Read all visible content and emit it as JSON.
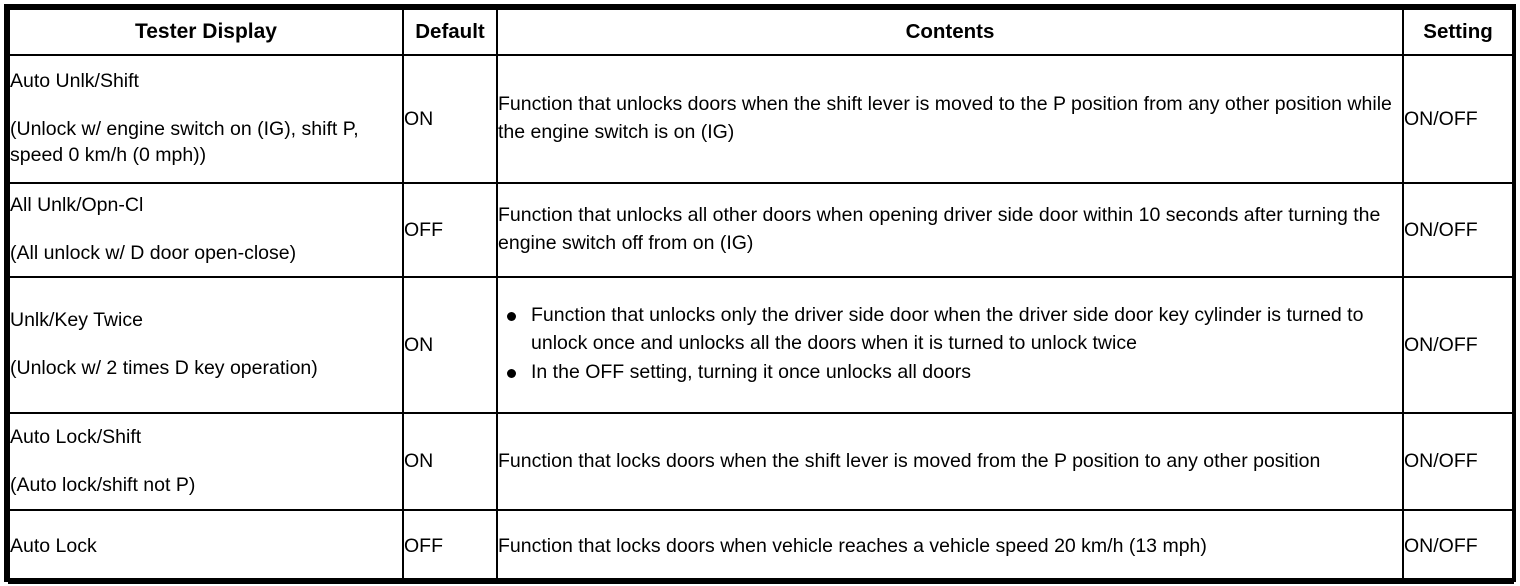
{
  "table": {
    "columns": [
      {
        "key": "tester_display",
        "label": "Tester Display"
      },
      {
        "key": "default",
        "label": "Default"
      },
      {
        "key": "contents",
        "label": "Contents"
      },
      {
        "key": "setting",
        "label": "Setting"
      }
    ],
    "rows": [
      {
        "tester_display_name": "Auto Unlk/Shift",
        "tester_display_desc": "(Unlock w/ engine switch on (IG), shift P, speed 0 km/h (0 mph))",
        "default": "ON",
        "contents": "Function that unlocks doors when the shift lever is moved to the P position from any other position while the engine switch is on (IG)",
        "setting": "ON/OFF"
      },
      {
        "tester_display_name": "All Unlk/Opn-Cl",
        "tester_display_desc": "(All unlock w/ D door open-close)",
        "default": "OFF",
        "contents": "Function that unlocks all other doors when opening driver side door within 10 seconds after turning the engine switch off from on (IG)",
        "setting": "ON/OFF"
      },
      {
        "tester_display_name": "Unlk/Key Twice",
        "tester_display_desc": "(Unlock w/ 2 times D key operation)",
        "default": "ON",
        "contents_bullets": [
          "Function that unlocks only the driver side door when the driver side door key cylinder is turned to unlock once and unlocks all the doors when it is turned to unlock twice",
          "In the OFF setting, turning it once unlocks all doors"
        ],
        "setting": "ON/OFF"
      },
      {
        "tester_display_name": "Auto Lock/Shift",
        "tester_display_desc": "(Auto lock/shift not P)",
        "default": "ON",
        "contents": "Function that locks doors when the shift lever is moved from the P position to any other position",
        "setting": "ON/OFF"
      },
      {
        "tester_display_name": "Auto Lock",
        "tester_display_desc": "",
        "default": "OFF",
        "contents": "Function that locks doors when vehicle reaches a vehicle speed 20 km/h (13 mph)",
        "setting": "ON/OFF"
      }
    ]
  },
  "colors": {
    "border": "#000000",
    "text": "#000000",
    "background": "#ffffff"
  }
}
